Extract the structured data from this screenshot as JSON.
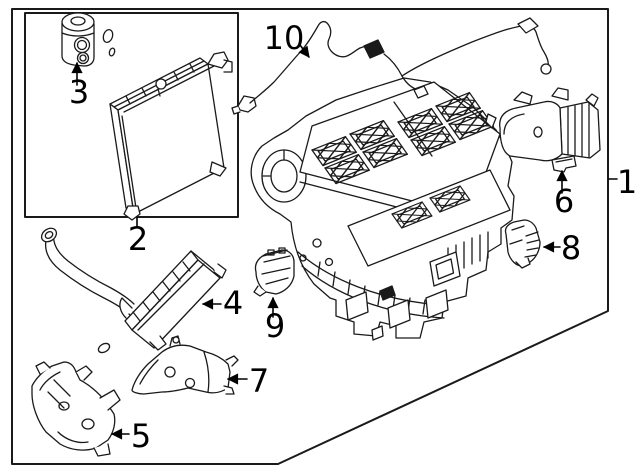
{
  "figure": {
    "type": "parts-diagram",
    "background_color": "#ffffff",
    "line_color": "#1a1a1a",
    "label_color": "#000000"
  },
  "callouts": [
    {
      "label": "1"
    },
    {
      "label": "2"
    },
    {
      "label": "3"
    },
    {
      "label": "4"
    },
    {
      "label": "5"
    },
    {
      "label": "6"
    },
    {
      "label": "7"
    },
    {
      "label": "8"
    },
    {
      "label": "9"
    },
    {
      "label": "10"
    }
  ]
}
